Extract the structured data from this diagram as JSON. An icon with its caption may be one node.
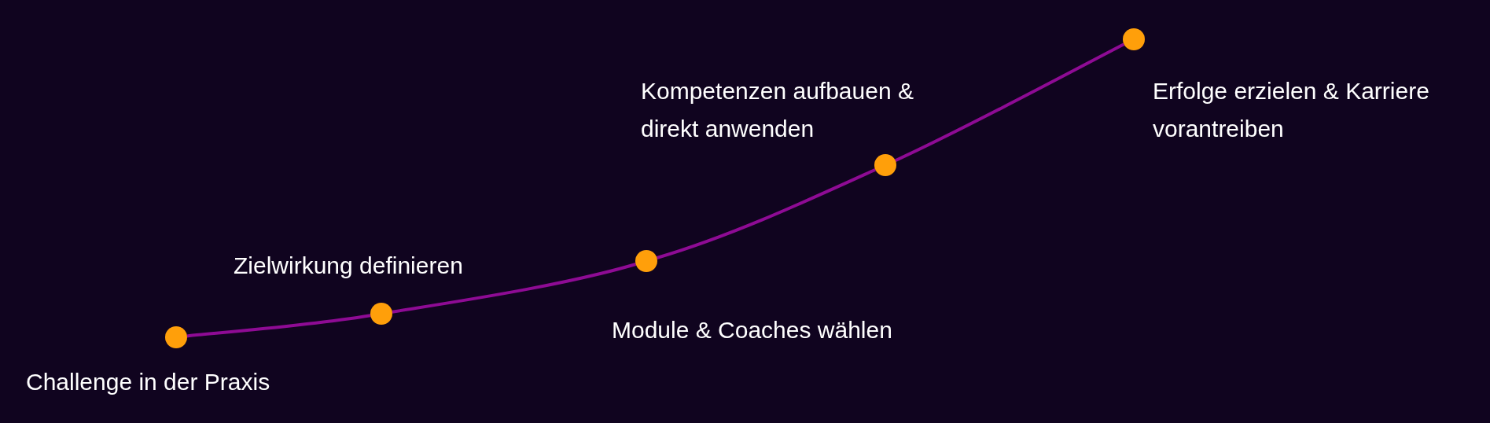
{
  "diagram": {
    "nodes": [
      {
        "text": [],
        "shape": "circle",
        "beside": [
          "Challenge in der Praxis"
        ]
      },
      {
        "text": [],
        "shape": "circle",
        "beside": [
          "Zielwirkung definieren"
        ]
      },
      {
        "text": [],
        "shape": "circle",
        "beside": [
          "Module & Coaches wählen"
        ]
      },
      {
        "text": [],
        "shape": "circle",
        "beside": [
          "Kompetenzen aufbauen & direkt anwenden"
        ]
      },
      {
        "text": [],
        "shape": "circle",
        "beside": [
          "Erfolge erzielen & Karriere vorantreiben"
        ]
      }
    ],
    "edges": [
      {
        "from": 0,
        "to": 1,
        "arrow": "none"
      },
      {
        "from": 1,
        "to": 2,
        "arrow": "none"
      },
      {
        "from": 2,
        "to": 3,
        "arrow": "none"
      },
      {
        "from": 3,
        "to": 4,
        "arrow": "none"
      }
    ]
  }
}
